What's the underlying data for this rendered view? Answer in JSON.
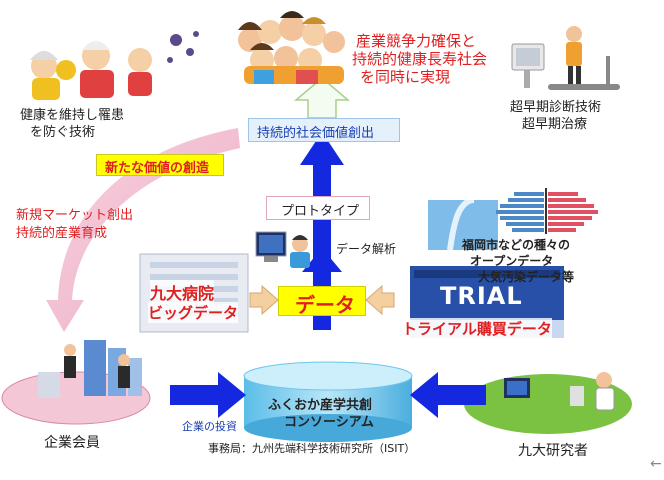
{
  "goal": {
    "line1": "産業競争力確保と",
    "line2": "持続的健康長寿社会",
    "line3": "を同時に実現"
  },
  "health": {
    "line1": "健康を維持し罹患",
    "line2": "を防ぐ技術"
  },
  "diagnosis": {
    "line1": "超早期診断技術",
    "line2": "超早期治療"
  },
  "social_value": "持続的社会価値創出",
  "new_value": "新たな価値の創造",
  "market": {
    "line1": "新規マーケット創出",
    "line2": "持続的産業育成"
  },
  "prototype": "プロトタイプ",
  "data_analysis": "データ解析",
  "open_data": {
    "line1": "福岡市などの種々の",
    "line2": "オープンデータ",
    "line3": "大気汚染データ等"
  },
  "hospital": {
    "line1": "九大病院",
    "line2": "ビッグデータ"
  },
  "center_data": "データ",
  "trial_sign": "TRIAL",
  "trial_data": "トライアル購買データ",
  "consortium": {
    "line1": "ふくおか産学共創",
    "line2": "コンソーシアム"
  },
  "investment": "企業の投資",
  "members": "企業会員",
  "researchers": "九大研究者",
  "office": "事務局：九州先端科学技術研究所（ISIT）",
  "colors": {
    "arrow_blue": "#1428e0",
    "center_yellow": "#ffff00",
    "member_pink": "#f3c7d6",
    "research_green": "#7cc242",
    "cylinder_blue": "#7fd0f0"
  }
}
